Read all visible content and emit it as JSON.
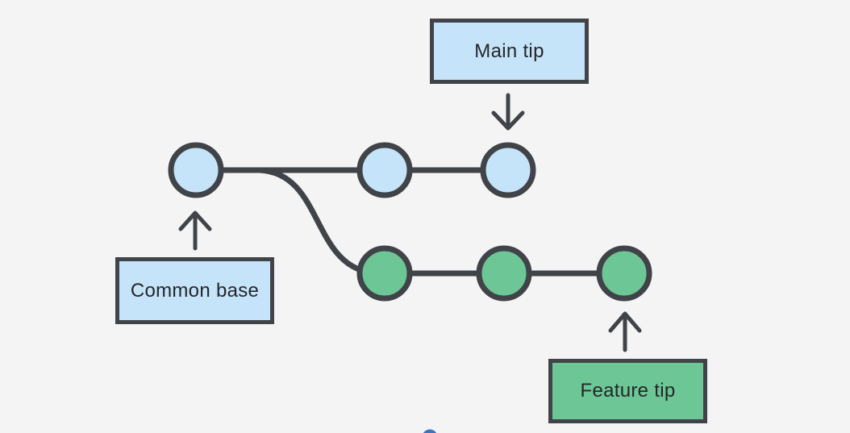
{
  "labels": {
    "main_tip": "Main tip",
    "common_base": "Common base",
    "feature_tip": "Feature tip"
  },
  "structure": {
    "main_branch_commit_count": 3,
    "feature_branch_commit_count": 3
  },
  "colors": {
    "background": "#f4f4f5",
    "node_blue": "#c5e4f9",
    "node_green": "#6dc695",
    "stroke_dark": "#404347",
    "text_dark": "#26262a",
    "dot_blue": "#3e73c0"
  }
}
